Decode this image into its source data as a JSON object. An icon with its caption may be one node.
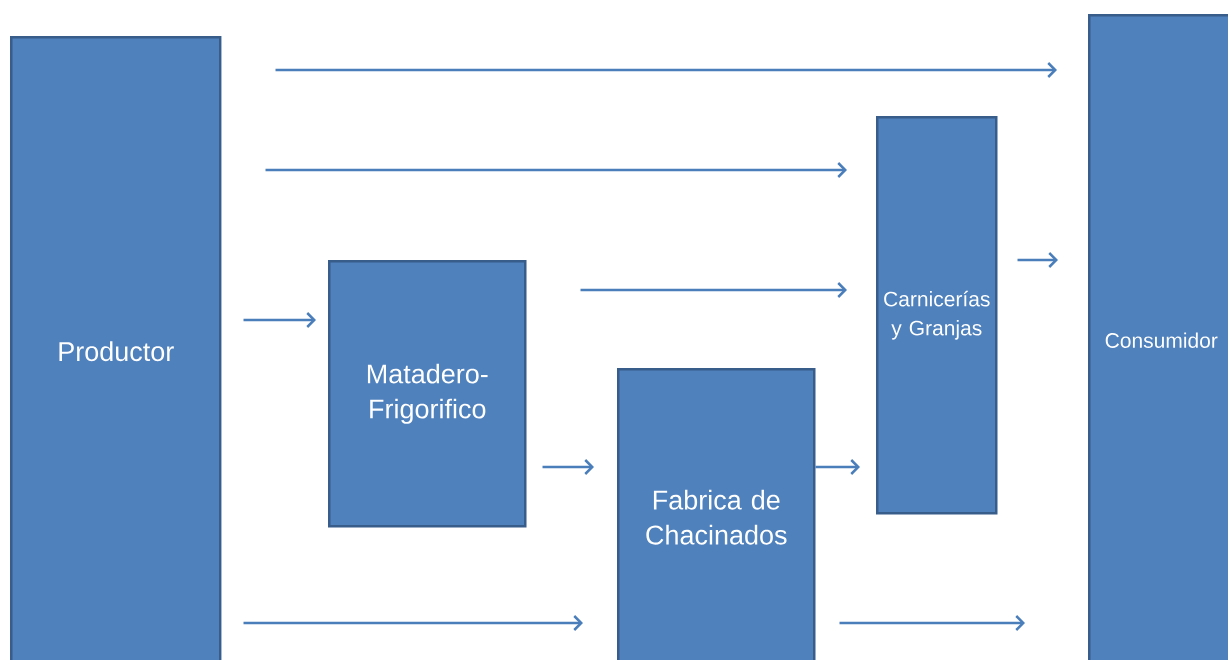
{
  "diagram": {
    "nodes": [
      {
        "text": [
          "Productor"
        ]
      },
      {
        "text": [
          "Matadero-Frigorifico"
        ]
      },
      {
        "text": [
          "Fabrica de Chacinados"
        ]
      },
      {
        "text": [
          "Carnicerías y Granjas"
        ]
      },
      {
        "text": [
          "Consumidor"
        ]
      }
    ],
    "edges": [
      {
        "from": 0,
        "to": 4,
        "arrow": "to"
      },
      {
        "from": 0,
        "to": 3,
        "arrow": "to"
      },
      {
        "from": 1,
        "to": 3,
        "arrow": "to"
      },
      {
        "from": 0,
        "to": 1,
        "arrow": "to"
      },
      {
        "from": 1,
        "to": 2,
        "arrow": "to"
      },
      {
        "from": 2,
        "to": 3,
        "arrow": "to"
      },
      {
        "from": 3,
        "to": 4,
        "arrow": "to"
      },
      {
        "from": 0,
        "to": 2,
        "arrow": "to"
      },
      {
        "from": 2,
        "to": 4,
        "arrow": "to"
      }
    ]
  }
}
